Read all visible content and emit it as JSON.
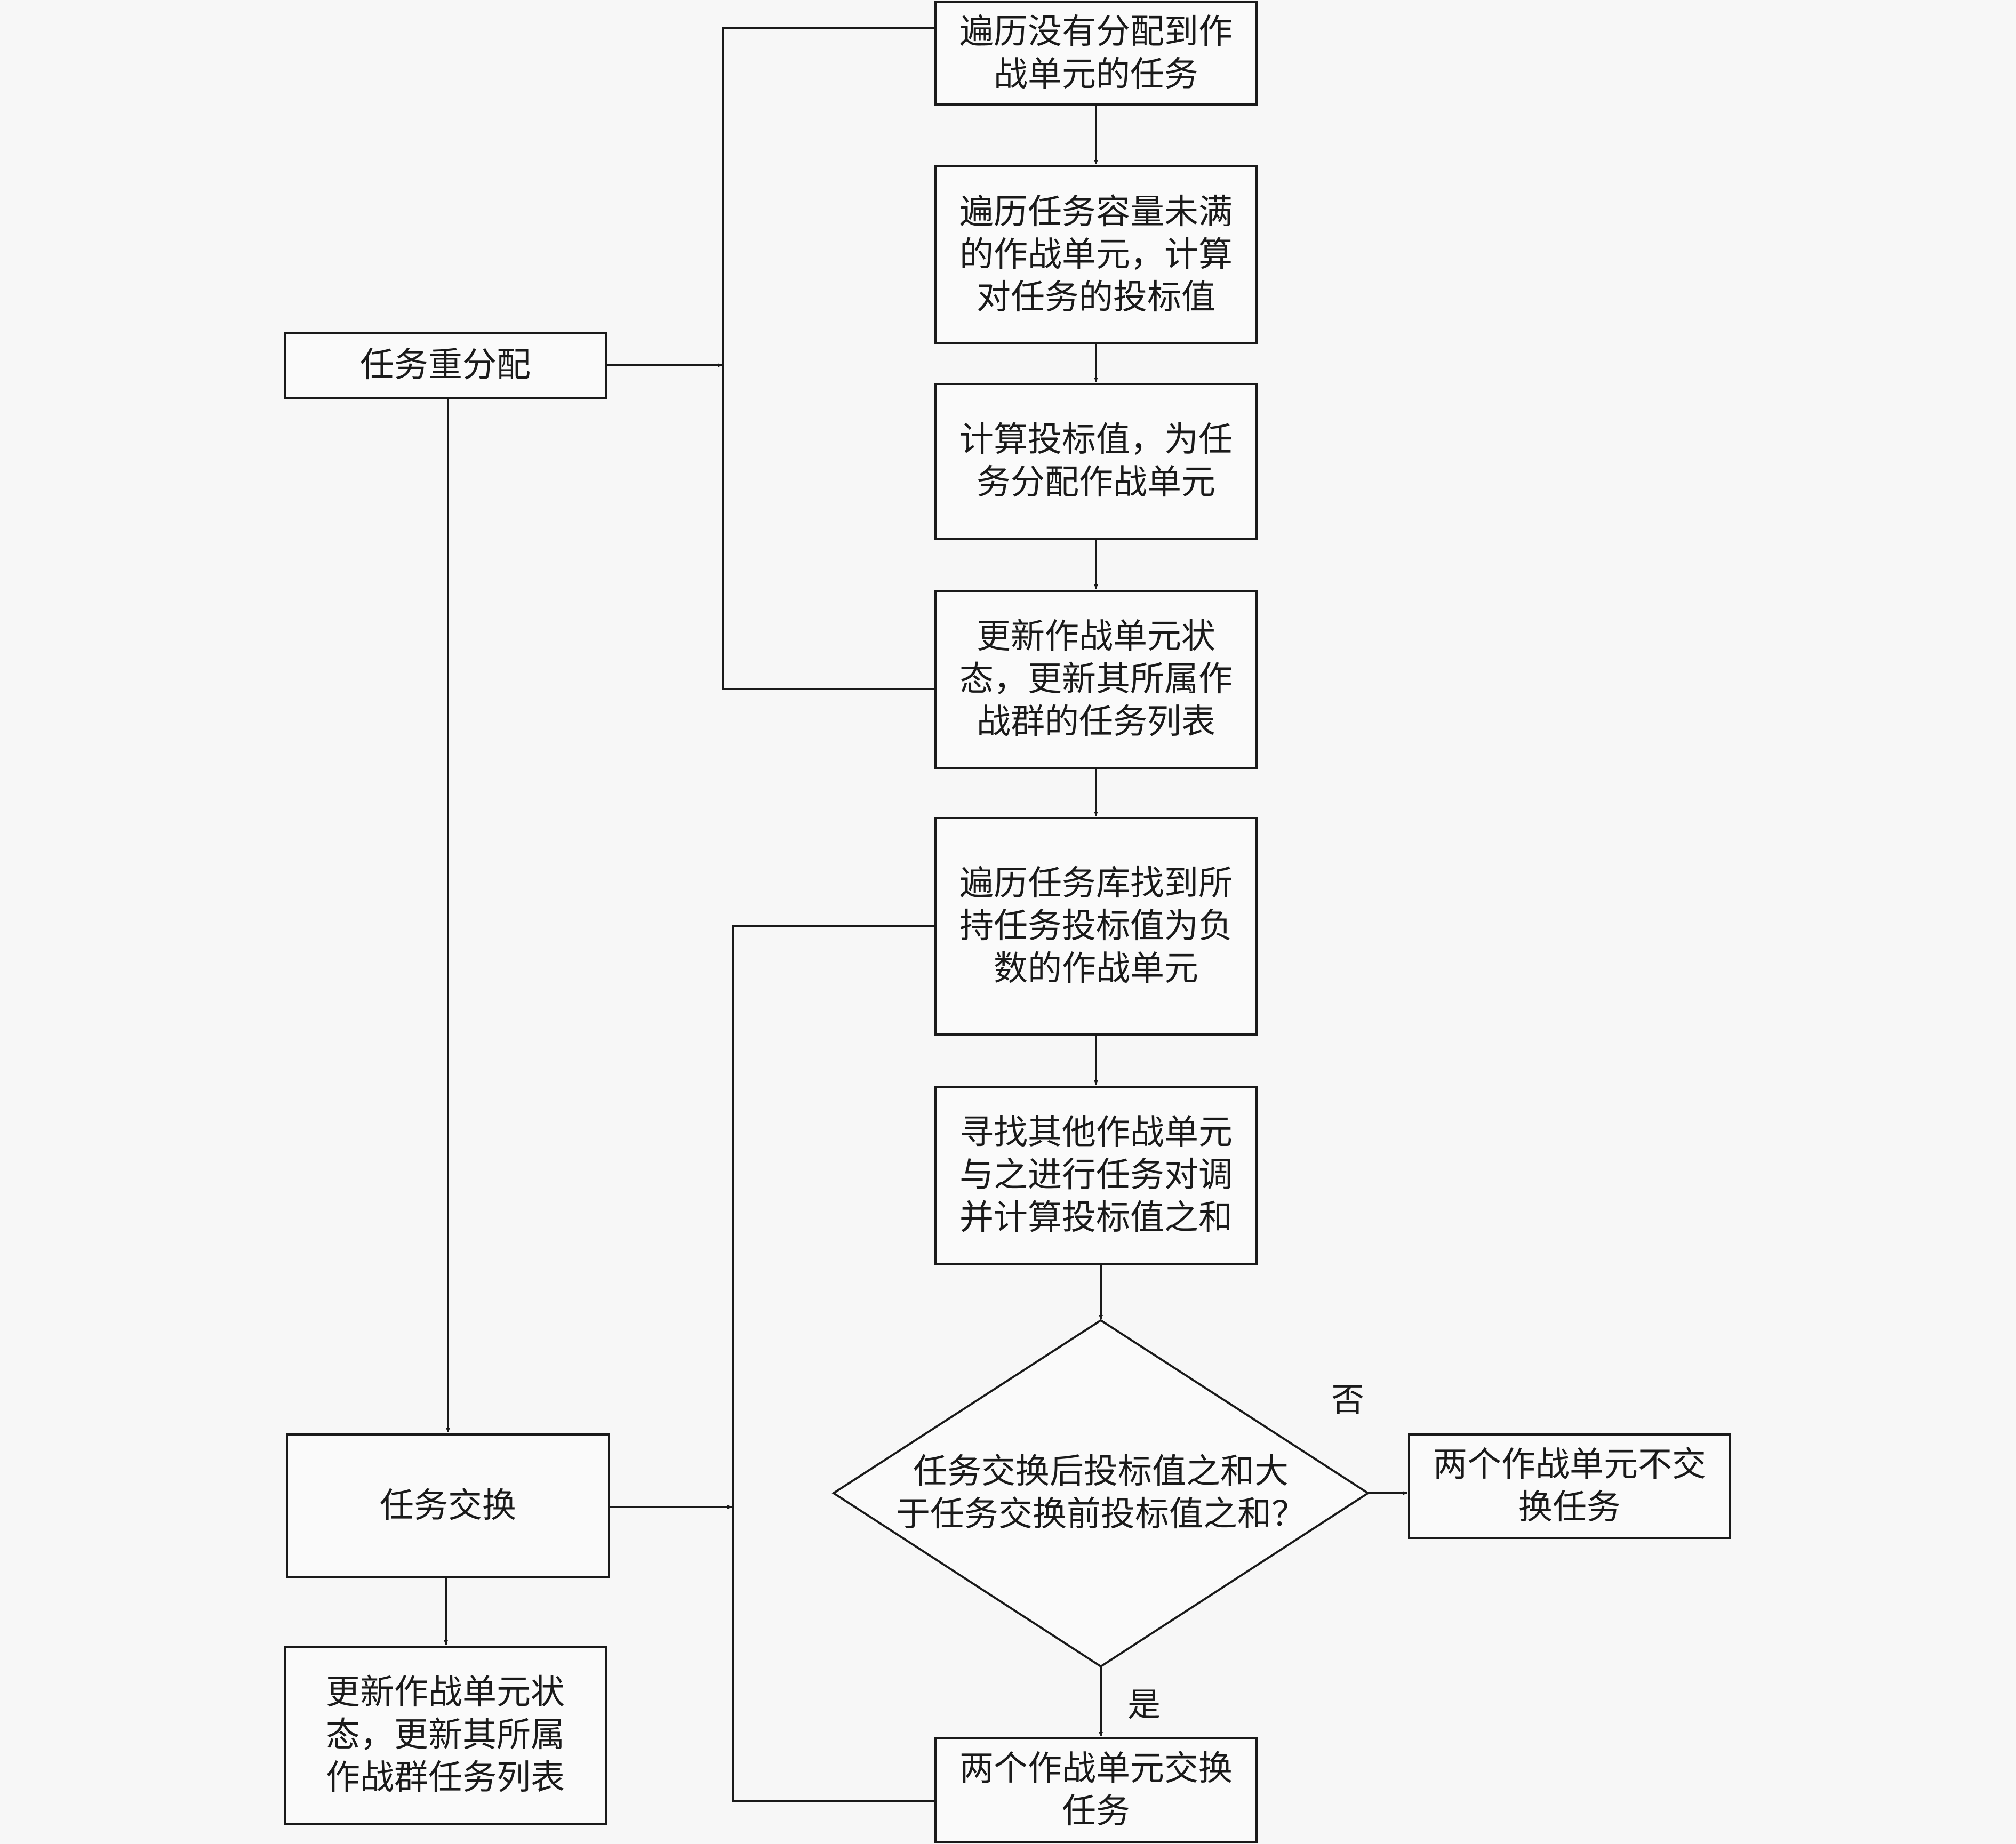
{
  "nodes": {
    "reassign": "任务重分配",
    "iterate_unassigned": [
      "遍历没有分配到作",
      "战单元的任务"
    ],
    "iterate_units_bid": [
      "遍历任务容量未满",
      "的作战单元，计算",
      "对任务的投标值"
    ],
    "calc_bid_assign": [
      "计算投标值，为任",
      "务分配作战单元"
    ],
    "update_state_1": [
      "更新作战单元状",
      "态，更新其所属作",
      "战群的任务列表"
    ],
    "find_negative": [
      "遍历任务库找到所",
      "持任务投标值为负",
      "数的作战单元"
    ],
    "find_swap": [
      "寻找其他作战单元",
      "与之进行任务对调",
      "并计算投标值之和"
    ],
    "decision": [
      "任务交换后投标值之和大",
      "于任务交换前投标值之和？"
    ],
    "no_swap": [
      "两个作战单元不交",
      "换任务"
    ],
    "swap": [
      "两个作战单元交换",
      "任务"
    ],
    "exchange": "任务交换",
    "update_state_2": [
      "更新作战单元状",
      "态，更新其所属",
      "作战群任务列表"
    ]
  },
  "labels": {
    "no": "否",
    "yes": "是"
  }
}
